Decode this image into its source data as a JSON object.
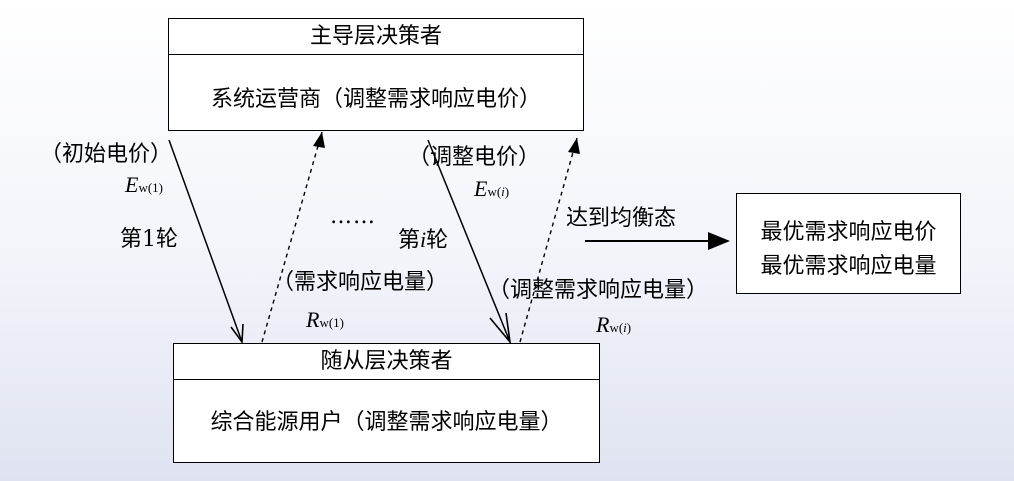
{
  "leader": {
    "title": "主导层决策者",
    "body": "系统运营商（调整需求响应电价）"
  },
  "follower": {
    "title": "随从层决策者",
    "body": "综合能源用户（调整需求响应电量）"
  },
  "result": {
    "line1": "最优需求响应电价",
    "line2": "最优需求响应电量"
  },
  "labels": {
    "initial_price": "（初始电价）",
    "round1": "第1轮",
    "ellipsis": "……",
    "adjust_price": "（调整电价）",
    "round_i_prefix": "第",
    "round_i_var": "i",
    "round_i_suffix": "轮",
    "demand_response_qty": "（需求响应电量）",
    "adjust_qty": "（调整需求响应电量）",
    "equilibrium": "达到均衡态"
  },
  "variables": {
    "E_symbol": "E",
    "R_symbol": "R",
    "sub_w1": "w(1)",
    "sub_w_prefix": "w(",
    "sub_i": "i",
    "sub_close": ")"
  }
}
